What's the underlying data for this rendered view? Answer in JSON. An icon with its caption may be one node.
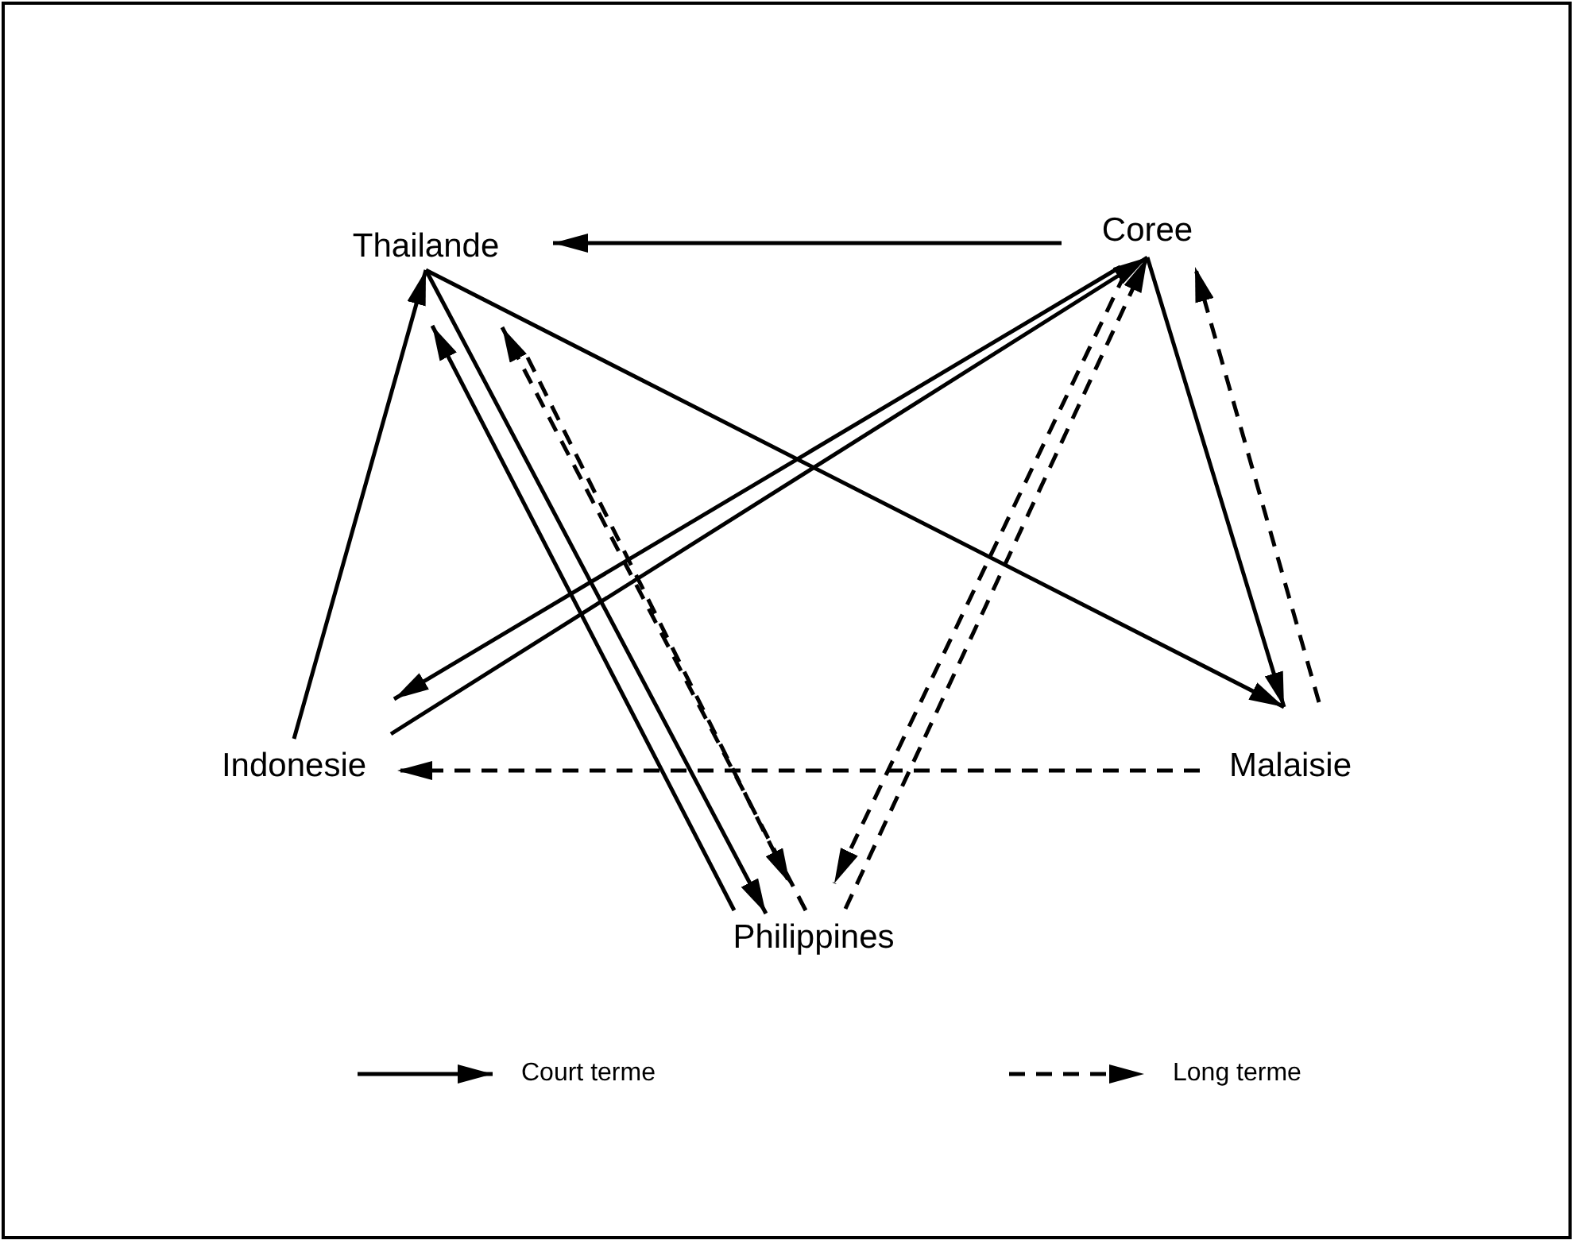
{
  "diagram": {
    "nodes": [
      {
        "text": [
          "Thailande"
        ]
      },
      {
        "text": [
          "Coree"
        ]
      },
      {
        "text": [
          "Indonesie"
        ]
      },
      {
        "text": [
          "Malaisie"
        ]
      },
      {
        "text": [
          "Philippines"
        ]
      }
    ],
    "edges": [
      {
        "from": 1,
        "to": 0,
        "arrow": "to"
      },
      {
        "from": 2,
        "to": 0,
        "arrow": "to"
      },
      {
        "from": 0,
        "to": 3,
        "arrow": "to"
      },
      {
        "from": 1,
        "to": 2,
        "arrow": "to"
      },
      {
        "from": 2,
        "to": 1,
        "arrow": "to"
      },
      {
        "from": 1,
        "to": 3,
        "arrow": "to"
      },
      {
        "from": 3,
        "to": 1,
        "arrow": "to",
        "style": "dashed"
      },
      {
        "from": 3,
        "to": 2,
        "arrow": "to",
        "style": "dashed"
      },
      {
        "from": 0,
        "to": 4,
        "arrow": "to"
      },
      {
        "from": 4,
        "to": 0,
        "arrow": "to"
      },
      {
        "from": 0,
        "to": 4,
        "arrow": "to",
        "style": "dashed"
      },
      {
        "from": 4,
        "to": 0,
        "arrow": "to",
        "style": "dashed"
      },
      {
        "from": 1,
        "to": 4,
        "arrow": "to",
        "style": "dashed"
      },
      {
        "from": 4,
        "to": 1,
        "arrow": "to",
        "style": "dashed"
      }
    ],
    "legend": [
      {
        "text": "Court terme"
      },
      {
        "text": "Long terme"
      }
    ]
  }
}
